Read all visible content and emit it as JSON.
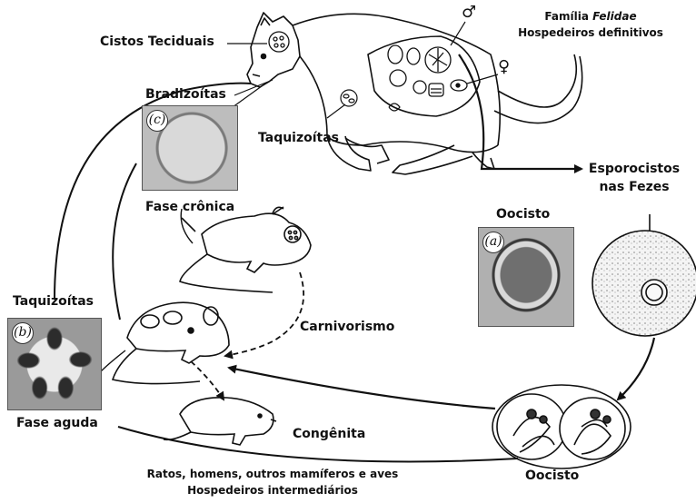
{
  "labels": {
    "cistos": "Cistos Teciduais",
    "familia_prefix": "Família ",
    "familia_name": "Felidae",
    "hospedeiros_def": "Hospedeiros definitivos",
    "male_symbol": "♂",
    "female_symbol": "♀",
    "bradizoitas": "Bradizoítas",
    "taquizoitas_top": "Taquizoítas",
    "esporocistos_1": "Esporocistos",
    "esporocistos_2": "nas Fezes",
    "oocisto_top": "Oocisto",
    "fase_cronica": "Fase crônica",
    "taquizoitas_left": "Taquizoítas",
    "carnivorismo": "Carnivorismo",
    "fase_aguda": "Fase aguda",
    "congenita": "Congênita",
    "hosts_1": "Ratos, homens, outros mamíferos e aves",
    "hosts_2": "Hospedeiros intermediários",
    "oocisto_bottom": "Oocisto"
  },
  "panels": {
    "a": "(a)",
    "b": "(b)",
    "c": "(c)"
  },
  "colors": {
    "ink": "#111111",
    "photo_bg": "#b9b9b9",
    "photo_dark": "#5a5a5a"
  }
}
